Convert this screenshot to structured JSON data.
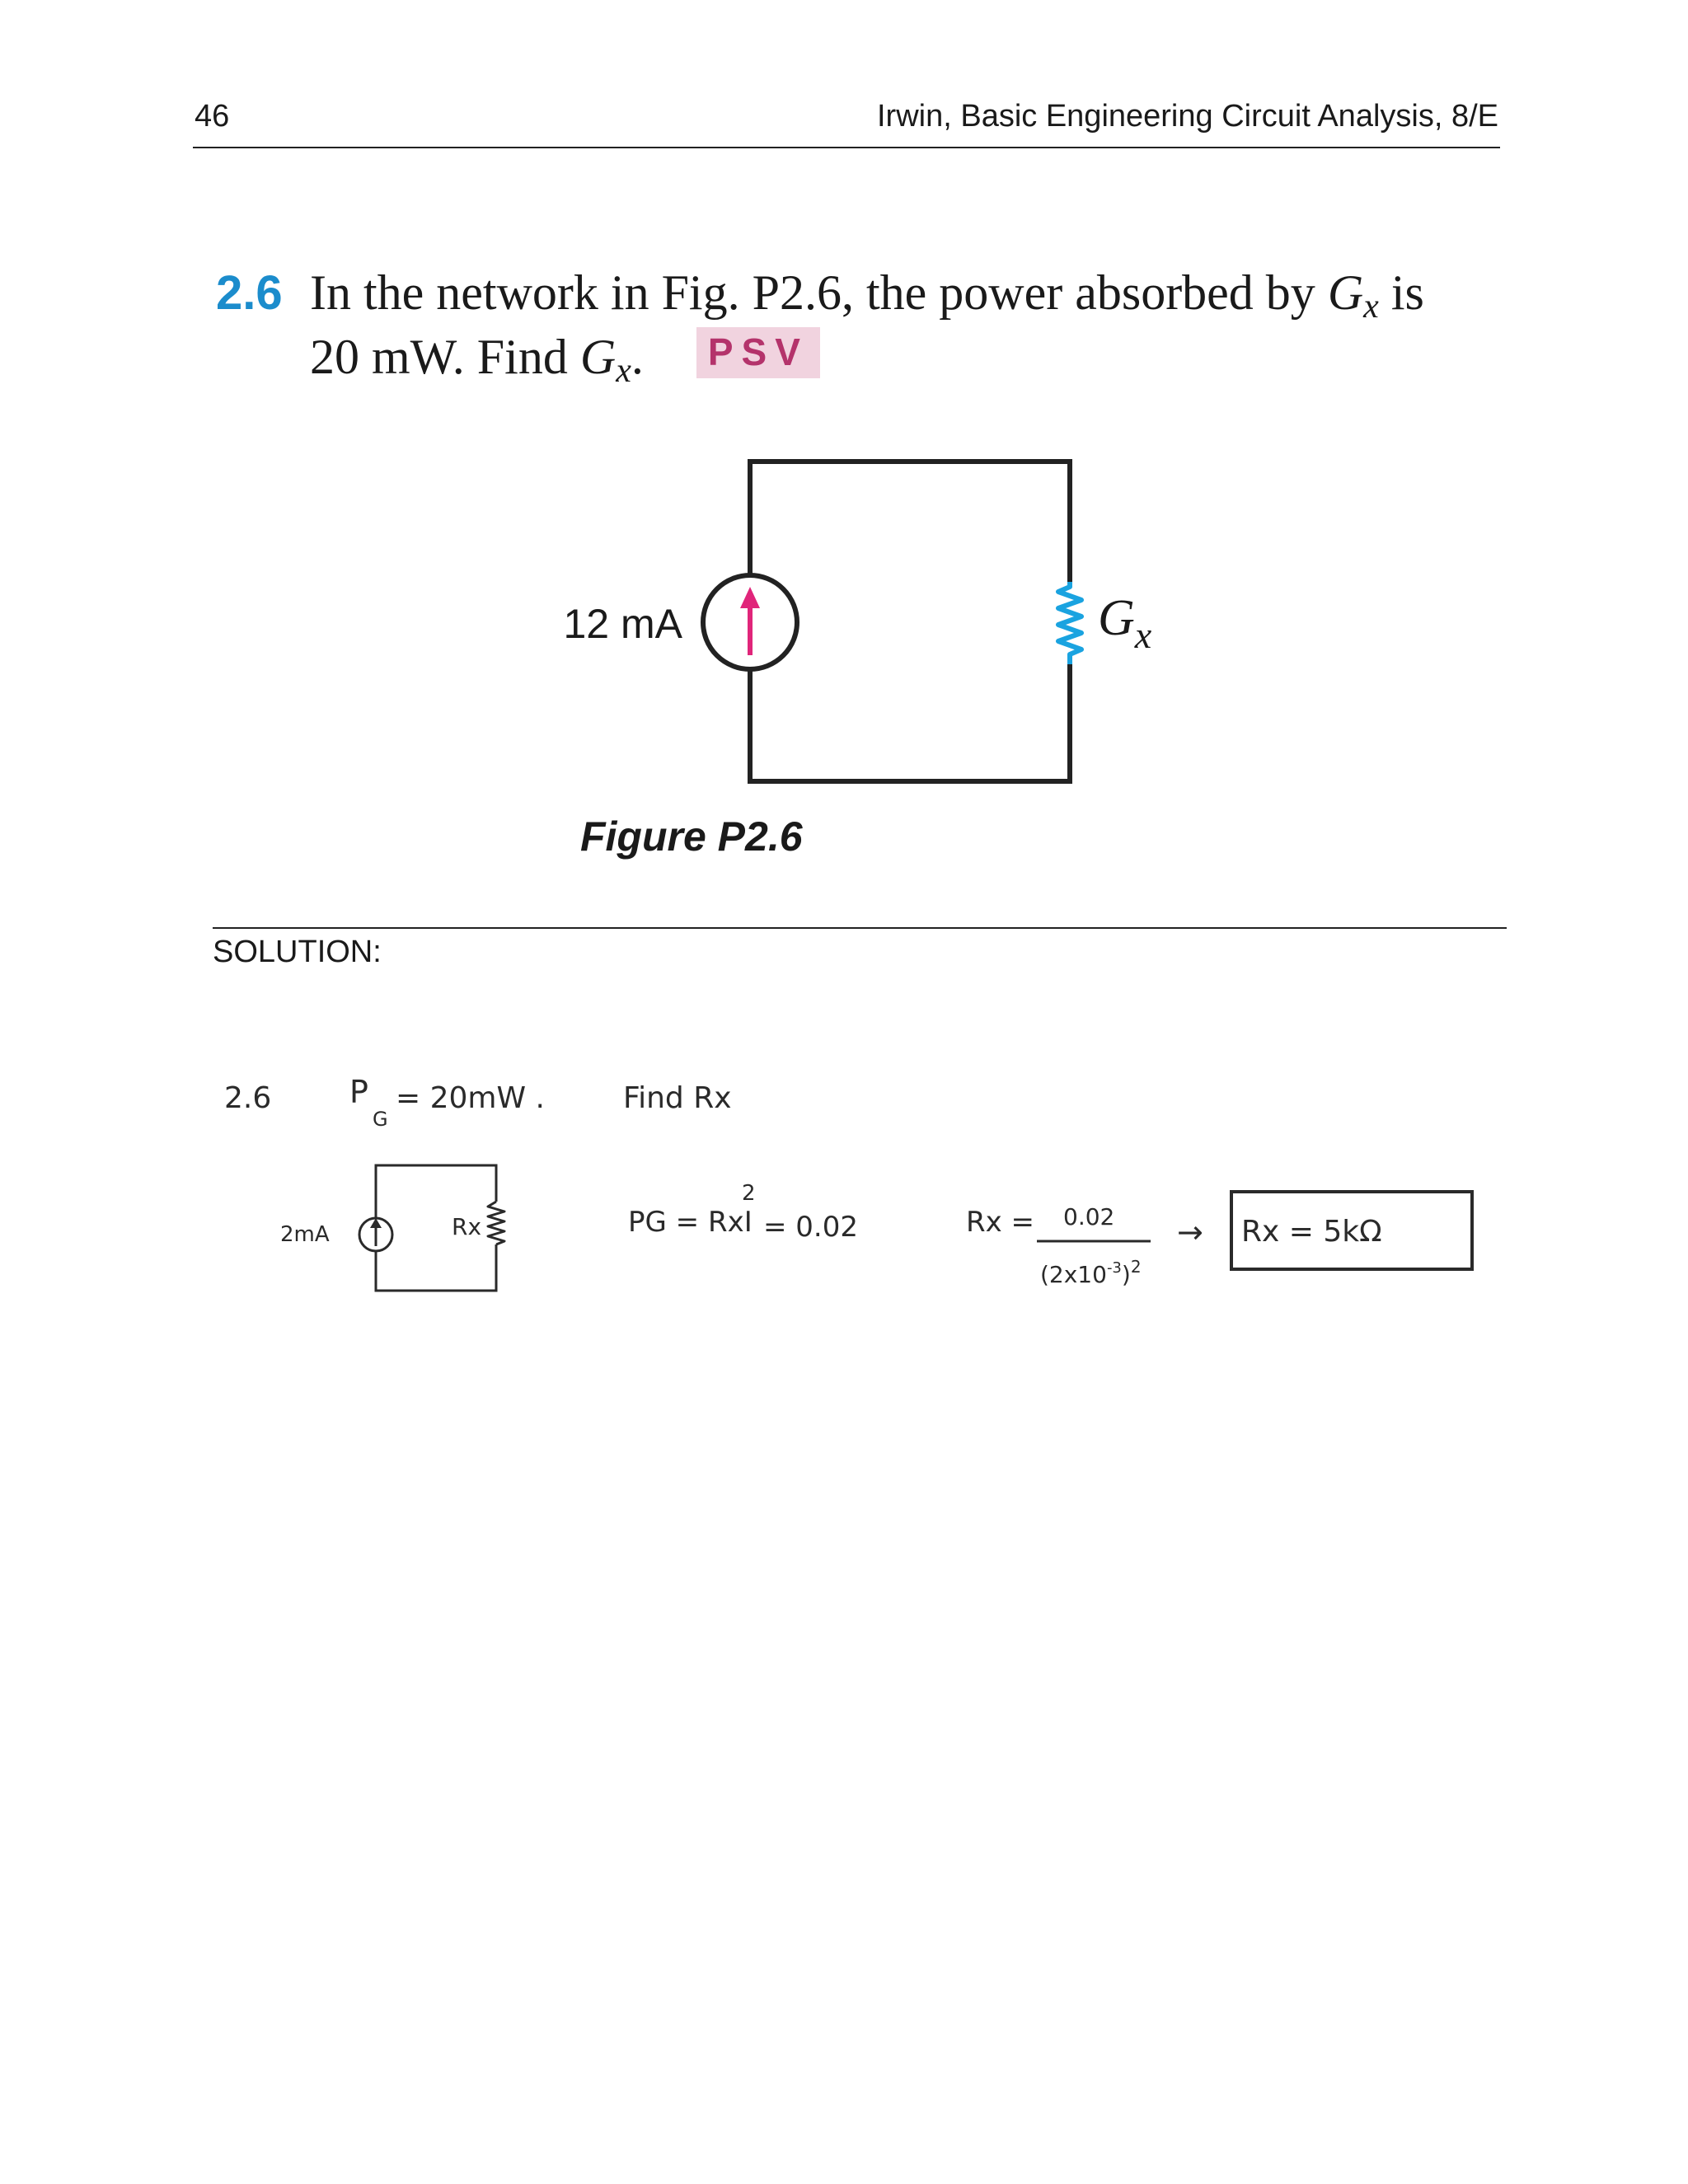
{
  "header": {
    "page_number": "46",
    "running_head": "Irwin, Basic Engineering Circuit Analysis, 8/E"
  },
  "problem": {
    "number": "2.6",
    "line1_text": "In the network in Fig. P2.6, the power absorbed by ",
    "line1_var": "G",
    "line1_sub": "x",
    "line1_end": " is",
    "line2_text": "20 mW. Find ",
    "line2_var": "G",
    "line2_sub": "x",
    "line2_end": ".",
    "badge": "PSV"
  },
  "figure": {
    "source_label": "12 mA",
    "element_var": "G",
    "element_sub": "x",
    "caption": "Figure P2.6"
  },
  "solution": {
    "label": "SOLUTION:",
    "handwritten": {
      "problem_number": "2.6",
      "given_p": "P",
      "given_p_sub": "G",
      "given_value": "= 20mW .",
      "find": "Find Rx",
      "circuit_source_label": "2mA",
      "circuit_resistor_label": "Rx",
      "eq1": "PG = RxI",
      "eq1_sup": "2",
      "eq1_rhs": "= 0.02",
      "eq2_lhs": "Rx =",
      "eq2_num": "0.02",
      "eq2_den": "(2x10",
      "eq2_den_exp": "-3",
      "eq2_den_end": ")",
      "eq2_den_sq": "2",
      "arrow": "→",
      "answer": "Rx = 5kΩ"
    }
  },
  "colors": {
    "problem_number": "#1b8ccc",
    "badge_bg": "#f1d3df",
    "badge_text": "#b4336b",
    "source_arrow": "#e0257a",
    "resistor": "#1aa3e0"
  }
}
